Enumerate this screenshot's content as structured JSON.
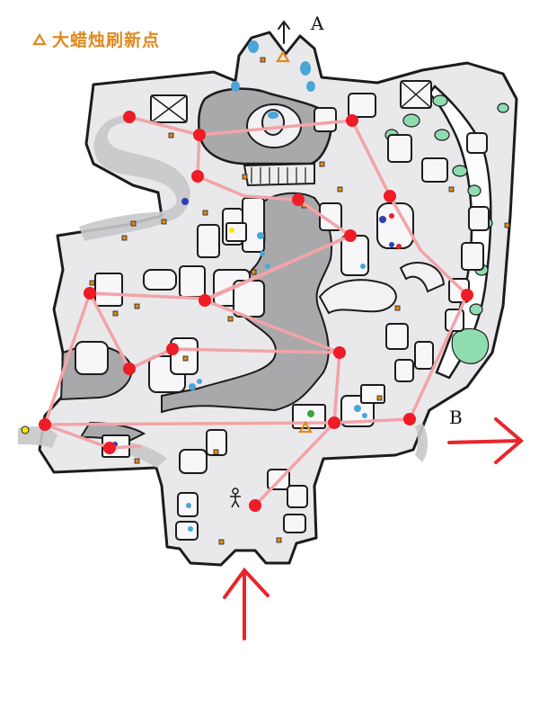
{
  "legend": {
    "symbol": "triangle-icon",
    "label": "大蜡烛刷新点",
    "color": "#e08a1e"
  },
  "exits": {
    "a": "A",
    "b": "B"
  },
  "colors": {
    "route_dot": "#ee1c24",
    "route_line": "#f2a4a8",
    "floor": "#e9e9ec",
    "wall": "#1c1c1c",
    "dark_zone": "#a9a9ab",
    "water": "#4aa6d8",
    "plant": "#8fdcb0",
    "arrow": "#e8252b",
    "candle": "#e08a1e"
  }
}
